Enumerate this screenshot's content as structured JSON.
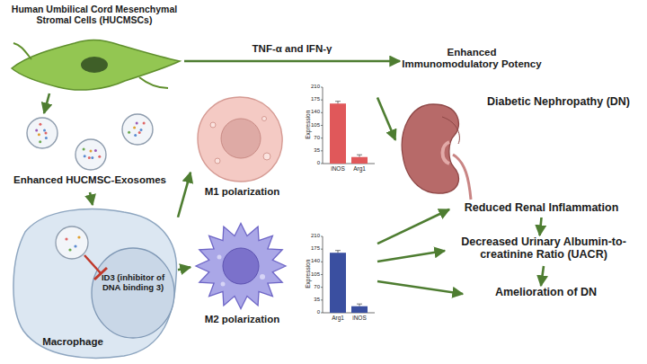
{
  "diagram": {
    "nodes": [
      {
        "text": [
          "Human Umbilical Cord Mesenchymal Stromal Cells (HUCMSCs)"
        ]
      },
      {
        "text": [
          "Enhanced Immunomodulatory Potency"
        ]
      },
      {
        "text": [
          "Enhanced HUCMSC-Exosomes"
        ]
      },
      {
        "text": [
          "Macrophage",
          "ID3 (inhibitor of DNA binding 3)"
        ]
      },
      {
        "text": [
          "M1 polarization"
        ]
      },
      {
        "text": [
          "M2 polarization"
        ]
      },
      {
        "text": [
          "210",
          "175",
          "140",
          "105",
          "70",
          "35",
          "0",
          "Expression",
          "iNOS",
          "Arg1"
        ]
      },
      {
        "text": [
          "210",
          "175",
          "140",
          "105",
          "70",
          "35",
          "0",
          "Expression",
          "Arg1",
          "iNOS"
        ]
      },
      {
        "text": [
          "Diabetic Nephropathy (DN)"
        ]
      },
      {
        "text": [
          "Reduced Renal Inflammation"
        ]
      },
      {
        "text": [
          "Decreased Urinary Albumin-to-creatinine Ratio (UACR)"
        ]
      },
      {
        "text": [
          "Amelioration of DN"
        ]
      }
    ],
    "edges": [
      {
        "from": 0,
        "to": 1,
        "label": "TNF-α and IFN-γ",
        "arrow": "to"
      },
      {
        "from": 0,
        "to": 2,
        "arrow": "to"
      },
      {
        "from": 2,
        "to": 3,
        "arrow": "to"
      },
      {
        "from": 3,
        "to": 4,
        "arrow": "to"
      },
      {
        "from": 3,
        "to": 5,
        "arrow": "to"
      },
      {
        "from": 6,
        "to": 8,
        "arrow": "to"
      },
      {
        "from": 7,
        "to": 9,
        "arrow": "to"
      },
      {
        "from": 7,
        "to": 10,
        "arrow": "to"
      },
      {
        "from": 7,
        "to": 11,
        "arrow": "to"
      },
      {
        "from": 9,
        "to": 10,
        "arrow": "to"
      },
      {
        "from": 10,
        "to": 11,
        "arrow": "to"
      }
    ]
  }
}
